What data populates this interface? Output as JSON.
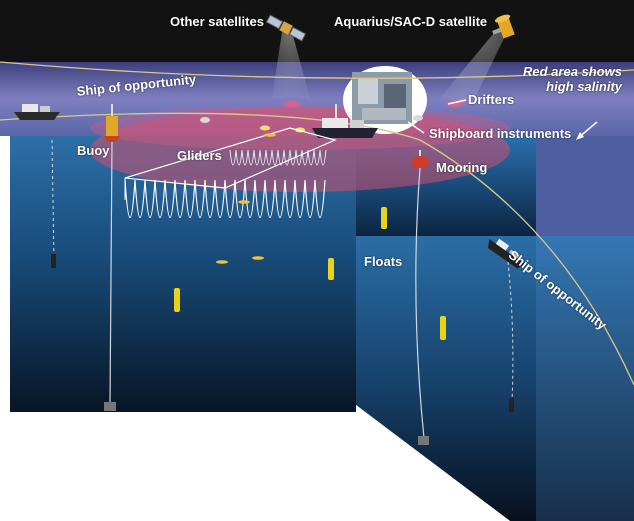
{
  "labels": {
    "other_satellites": "Other satellites",
    "aquarius": "Aquarius/SAC-D satellite",
    "red_area_line1": "Red area shows",
    "red_area_line2": "high salinity",
    "ship_opportunity_top": "Ship of opportunity",
    "drifters": "Drifters",
    "shipboard_instruments": "Shipboard instruments",
    "buoy": "Buoy",
    "gliders": "Gliders",
    "mooring": "Mooring",
    "floats": "Floats",
    "ship_opportunity_right": "Ship of opportunity"
  },
  "colors": {
    "sky_top": "#1a1a1a",
    "sea_surface": "#6f6fb0",
    "ocean_dark": "#0b1d33",
    "ocean_light": "#2f78b8",
    "salinity": "#d2506e",
    "float_yellow": "#e8d21a"
  }
}
